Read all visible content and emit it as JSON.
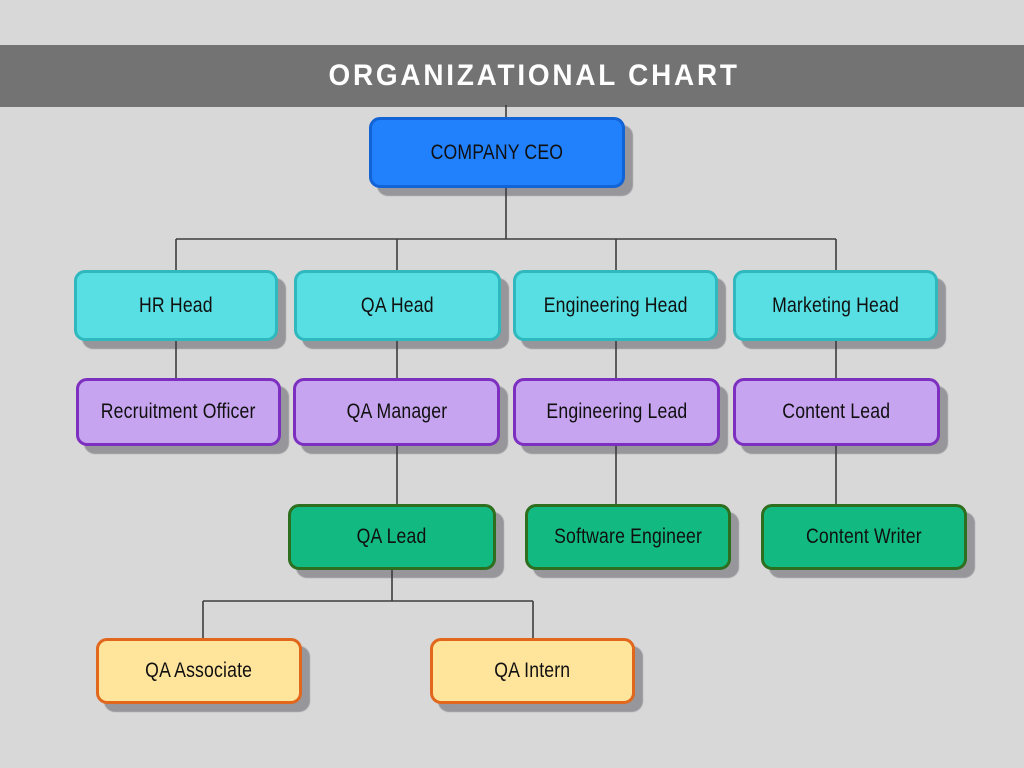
{
  "title": "ORGANIZATIONAL CHART",
  "palette": {
    "background": "#d8d8d8",
    "header_bg": "#737373",
    "header_text": "#ffffff",
    "connector": "#3d3d3d",
    "tiers": {
      "ceo": {
        "fill": "#2180fc",
        "border": "#1263d6"
      },
      "head": {
        "fill": "#57dfe3",
        "border": "#2fb9be"
      },
      "manager": {
        "fill": "#c7a4ef",
        "border": "#7d2fc0"
      },
      "lead": {
        "fill": "#12ba81",
        "border": "#2e6e1f"
      },
      "junior": {
        "fill": "#ffe49c",
        "border": "#e0671c"
      }
    }
  },
  "nodes": {
    "ceo": {
      "label": "COMPANY CEO",
      "tier": "ceo"
    },
    "hr_head": {
      "label": "HR Head",
      "tier": "head"
    },
    "qa_head": {
      "label": "QA Head",
      "tier": "head"
    },
    "engineering_head": {
      "label": "Engineering Head",
      "tier": "head"
    },
    "marketing_head": {
      "label": "Marketing Head",
      "tier": "head"
    },
    "recruitment_officer": {
      "label": "Recruitment Officer",
      "tier": "manager"
    },
    "qa_manager": {
      "label": "QA Manager",
      "tier": "manager"
    },
    "engineering_lead": {
      "label": "Engineering Lead",
      "tier": "manager"
    },
    "content_lead": {
      "label": "Content Lead",
      "tier": "manager"
    },
    "qa_lead": {
      "label": "QA Lead",
      "tier": "lead"
    },
    "software_engineer": {
      "label": "Software Engineer",
      "tier": "lead"
    },
    "content_writer": {
      "label": "Content Writer",
      "tier": "lead"
    },
    "qa_associate": {
      "label": "QA Associate",
      "tier": "junior"
    },
    "qa_intern": {
      "label": "QA Intern",
      "tier": "junior"
    }
  },
  "hierarchy": [
    {
      "parent": "COMPANY CEO",
      "children": [
        "HR Head",
        "QA Head",
        "Engineering Head",
        "Marketing Head"
      ]
    },
    {
      "parent": "HR Head",
      "children": [
        "Recruitment Officer"
      ]
    },
    {
      "parent": "QA Head",
      "children": [
        "QA Manager"
      ]
    },
    {
      "parent": "Engineering Head",
      "children": [
        "Engineering Lead"
      ]
    },
    {
      "parent": "Marketing Head",
      "children": [
        "Content Lead"
      ]
    },
    {
      "parent": "QA Manager",
      "children": [
        "QA Lead"
      ]
    },
    {
      "parent": "Engineering Lead",
      "children": [
        "Software Engineer"
      ]
    },
    {
      "parent": "Content Lead",
      "children": [
        "Content Writer"
      ]
    },
    {
      "parent": "QA Lead",
      "children": [
        "QA Associate",
        "QA Intern"
      ]
    }
  ]
}
